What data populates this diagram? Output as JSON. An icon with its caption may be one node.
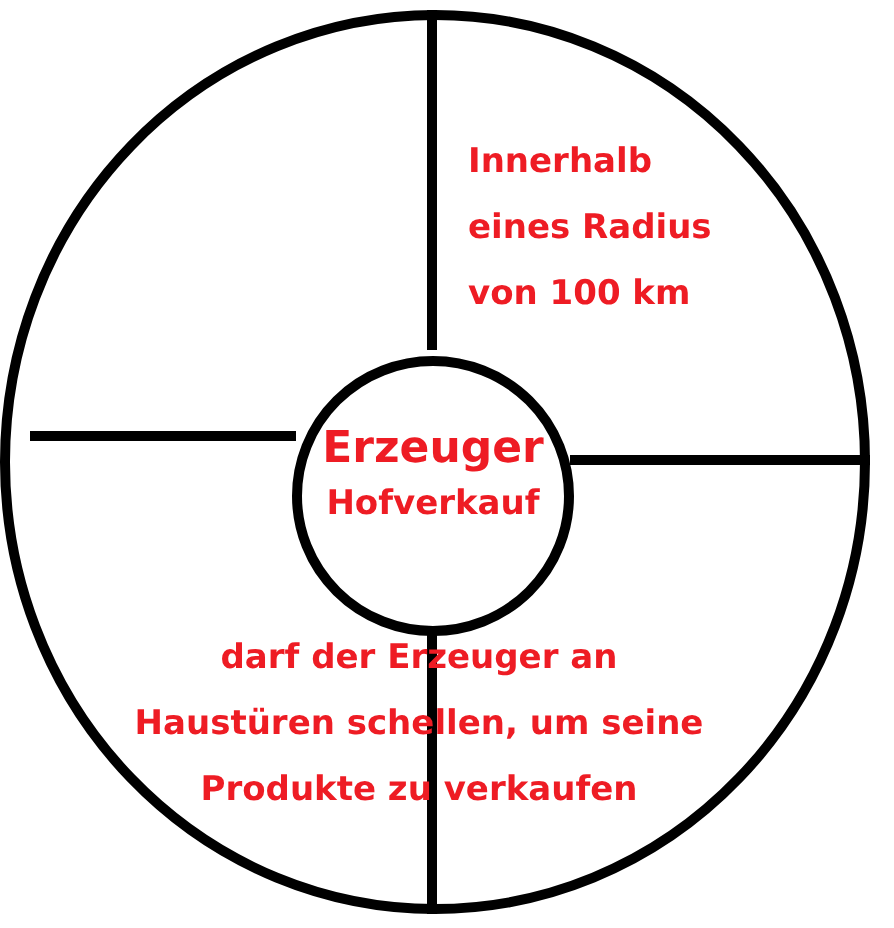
{
  "diagram": {
    "nodes": [
      {
        "text": [
          "Innerhalb eines Radius von 100 km",
          "darf der Erzeuger an Haustüren schellen, um seine Produkte zu verkaufen"
        ]
      },
      {
        "text": [
          "Erzeuger",
          "Hofverkauf"
        ],
        "in": 0
      }
    ]
  }
}
